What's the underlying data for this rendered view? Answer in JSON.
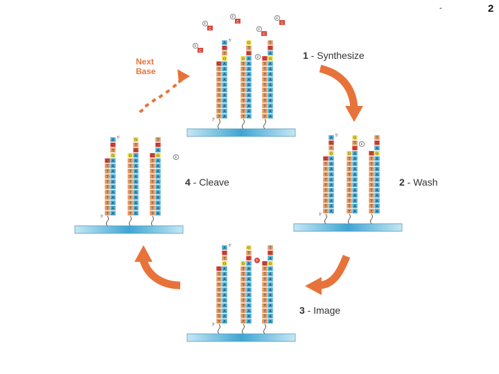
{
  "page": {
    "dash": "-",
    "number": "2"
  },
  "next_base_label": [
    "Next",
    "Base"
  ],
  "steps": [
    {
      "num": "1",
      "label": " - Synthesize"
    },
    {
      "num": "2",
      "label": " - Wash"
    },
    {
      "num": "3",
      "label": " - Image"
    },
    {
      "num": "4",
      "label": " - Cleave"
    }
  ],
  "strand_end_labels": {
    "five_prime": "5'",
    "three_prime": "3'"
  },
  "fluor_label": "F",
  "strands": [
    {
      "template": [
        "A",
        "C",
        "T",
        "G",
        "A",
        "A",
        "A",
        "A",
        "A",
        "A",
        "A",
        "A",
        "A",
        "A",
        "A"
      ],
      "growing": [
        "",
        "",
        "",
        "",
        "C",
        "T",
        "T",
        "T",
        "T",
        "T",
        "T",
        "T",
        "T",
        "T",
        "T"
      ]
    },
    {
      "template": [
        "G",
        "T",
        "C",
        "A",
        "A",
        "A",
        "A",
        "A",
        "A",
        "A",
        "A",
        "A",
        "A",
        "A",
        "A"
      ],
      "growing": [
        "",
        "",
        "",
        "G",
        "T",
        "T",
        "T",
        "T",
        "T",
        "T",
        "T",
        "T",
        "T",
        "T",
        "T"
      ]
    },
    {
      "template": [
        "T",
        "C",
        "A",
        "G",
        "A",
        "A",
        "A",
        "A",
        "A",
        "A",
        "A",
        "A",
        "A",
        "A",
        "A"
      ],
      "growing": [
        "",
        "",
        "",
        "C",
        "T",
        "T",
        "T",
        "T",
        "T",
        "T",
        "T",
        "T",
        "T",
        "T",
        "T"
      ]
    }
  ],
  "colors": {
    "orange": "#e8733a",
    "tan": "#e19a62",
    "blue": "#4aaed8",
    "yellow": "#f2df4a",
    "red": "#d6463a",
    "green": "#9cc64a",
    "bar": "#74c3e2",
    "text": "#333333"
  }
}
